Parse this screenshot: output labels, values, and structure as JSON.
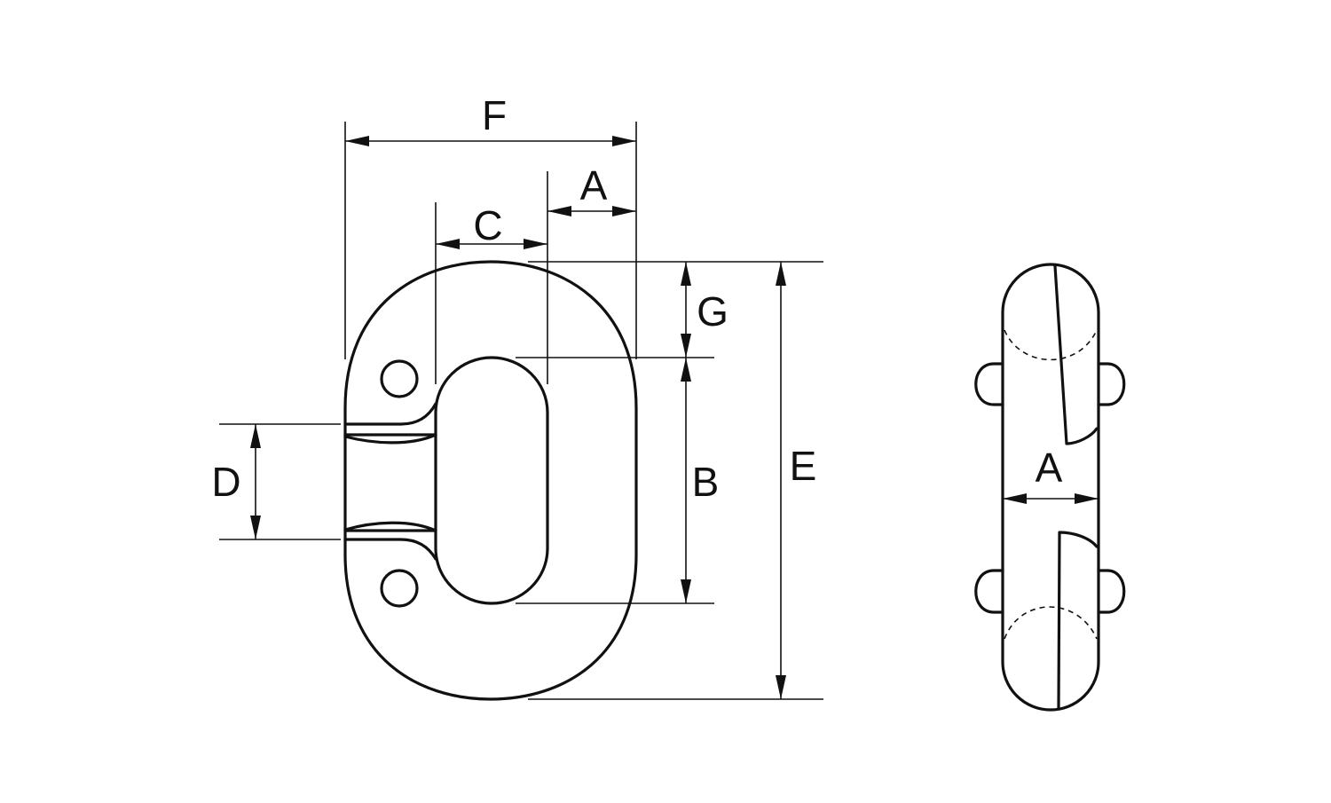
{
  "diagram": {
    "labels": {
      "F": "F",
      "A_top": "A",
      "C": "C",
      "G": "G",
      "B": "B",
      "E": "E",
      "D": "D",
      "A_side": "A"
    },
    "colors": {
      "line": "#111111",
      "background": "#ffffff"
    }
  }
}
